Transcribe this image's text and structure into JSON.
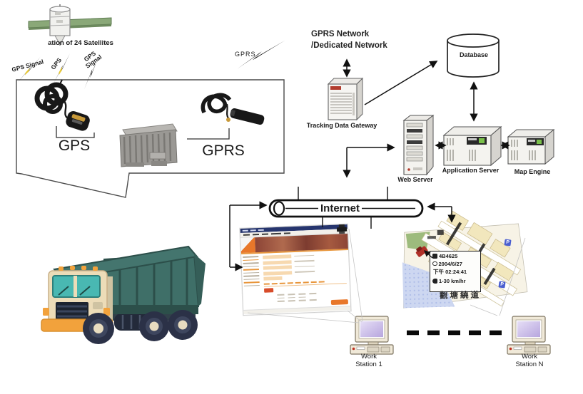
{
  "diagram": {
    "satellite_label": "ation of 24 Satellites",
    "gps_bolt1_label": "GPS Signal",
    "gps_bolt2_label": "GPS",
    "gps_bolt3_line1": "GPS",
    "gps_bolt3_line2": "Signal",
    "gprs_bolt_label": "GPRS",
    "gps_unit_label": "GPS",
    "gprs_unit_label": "GPRS",
    "network_line1": "GPRS Network",
    "network_line2": "/Dedicated Network",
    "gateway_label": "Tracking Data Gateway",
    "database_label": "Database",
    "web_server_label": "Web Server",
    "app_server_label": "Application Server",
    "map_engine_label": "Map Engine",
    "internet_label": "Internet"
  },
  "map_view": {
    "popup_vehicle_id": "4B4625",
    "popup_date": "2004/6/27",
    "popup_time": "下午 02:24:41",
    "popup_speed": "1-30 km/hr",
    "road_label": "觀塘繞道",
    "parking_label": "P"
  },
  "workstations": {
    "ws1_line1": "Work",
    "ws1_line2": "Station 1",
    "wsn_line1": "Work",
    "wsn_line2": "Station N"
  },
  "colors": {
    "accent_orange": "#e8963c",
    "panel_green": "#8aa878",
    "truck_teal": "#3f6f68",
    "truck_cream": "#ecdcb8",
    "map_water": "#cdd7f1",
    "map_block": "#f2e7bd"
  }
}
